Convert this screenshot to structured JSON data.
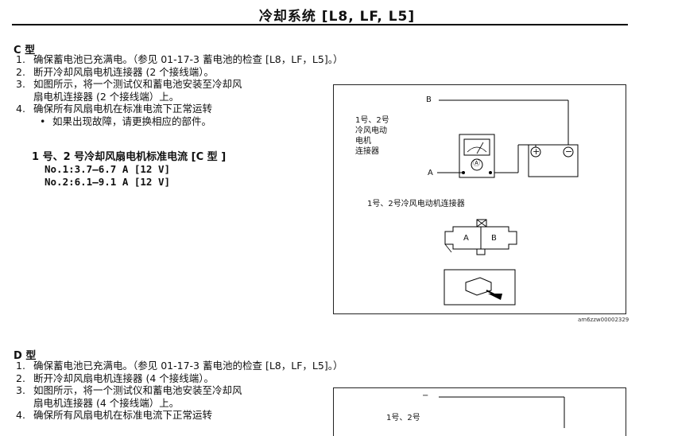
{
  "header": {
    "title": "冷却系统 [L8, LF, L5]"
  },
  "section_c": {
    "heading": "C 型",
    "steps": [
      {
        "num": "1.",
        "text": "确保蓄电池已充满电。（参见 01-17-3 蓄电池的检查 [L8，LF，L5]。）"
      },
      {
        "num": "2.",
        "text": "断开冷却风扇电机连接器 (2 个接线端）。"
      },
      {
        "num": "3.",
        "text": "如图所示，将一个测试仪和蓄电池安装至冷却风"
      },
      {
        "num": "",
        "text": "扇电机连接器 (2 个接线端）上。"
      },
      {
        "num": "4.",
        "text": "确保所有风扇电机在标准电流下正常运转"
      }
    ],
    "bullet": "如果出现故障，请更换相应的部件。",
    "spec_title": "1 号、2 号冷却风扇电机标准电流 [C 型 ]",
    "spec_lines": [
      "No.1:3.7—6.7 A [12 V]",
      "No.2:6.1—9.1 A [12 V]"
    ],
    "figure": {
      "label_b": "B",
      "label_a": "A",
      "connector_label": [
        "1号、2号",
        "冷风电动",
        "电机",
        "连接器"
      ],
      "meter_label": "Ⓐ",
      "battery_pos": "+",
      "battery_neg": "−",
      "connector_caption": "1号、2号冷风电动机连接器",
      "pin_a": "A",
      "pin_b": "B",
      "code": "am6zzw00002329"
    }
  },
  "section_d": {
    "heading": "D 型",
    "steps": [
      {
        "num": "1.",
        "text": "确保蓄电池已充满电。（参见 01-17-3 蓄电池的检查 [L8，LF，L5]。）"
      },
      {
        "num": "2.",
        "text": "断开冷却风扇电机连接器 (4 个接线端）。"
      },
      {
        "num": "3.",
        "text": "如图所示，将一个测试仪和蓄电池安装至冷却风"
      },
      {
        "num": "",
        "text": "扇电机连接器 (4 个接线端）上。"
      },
      {
        "num": "4.",
        "text": "确保所有风扇电机在标准电流下正常运转"
      }
    ],
    "figure": {
      "label_top": "−",
      "connector_label": "1号、2号"
    }
  }
}
